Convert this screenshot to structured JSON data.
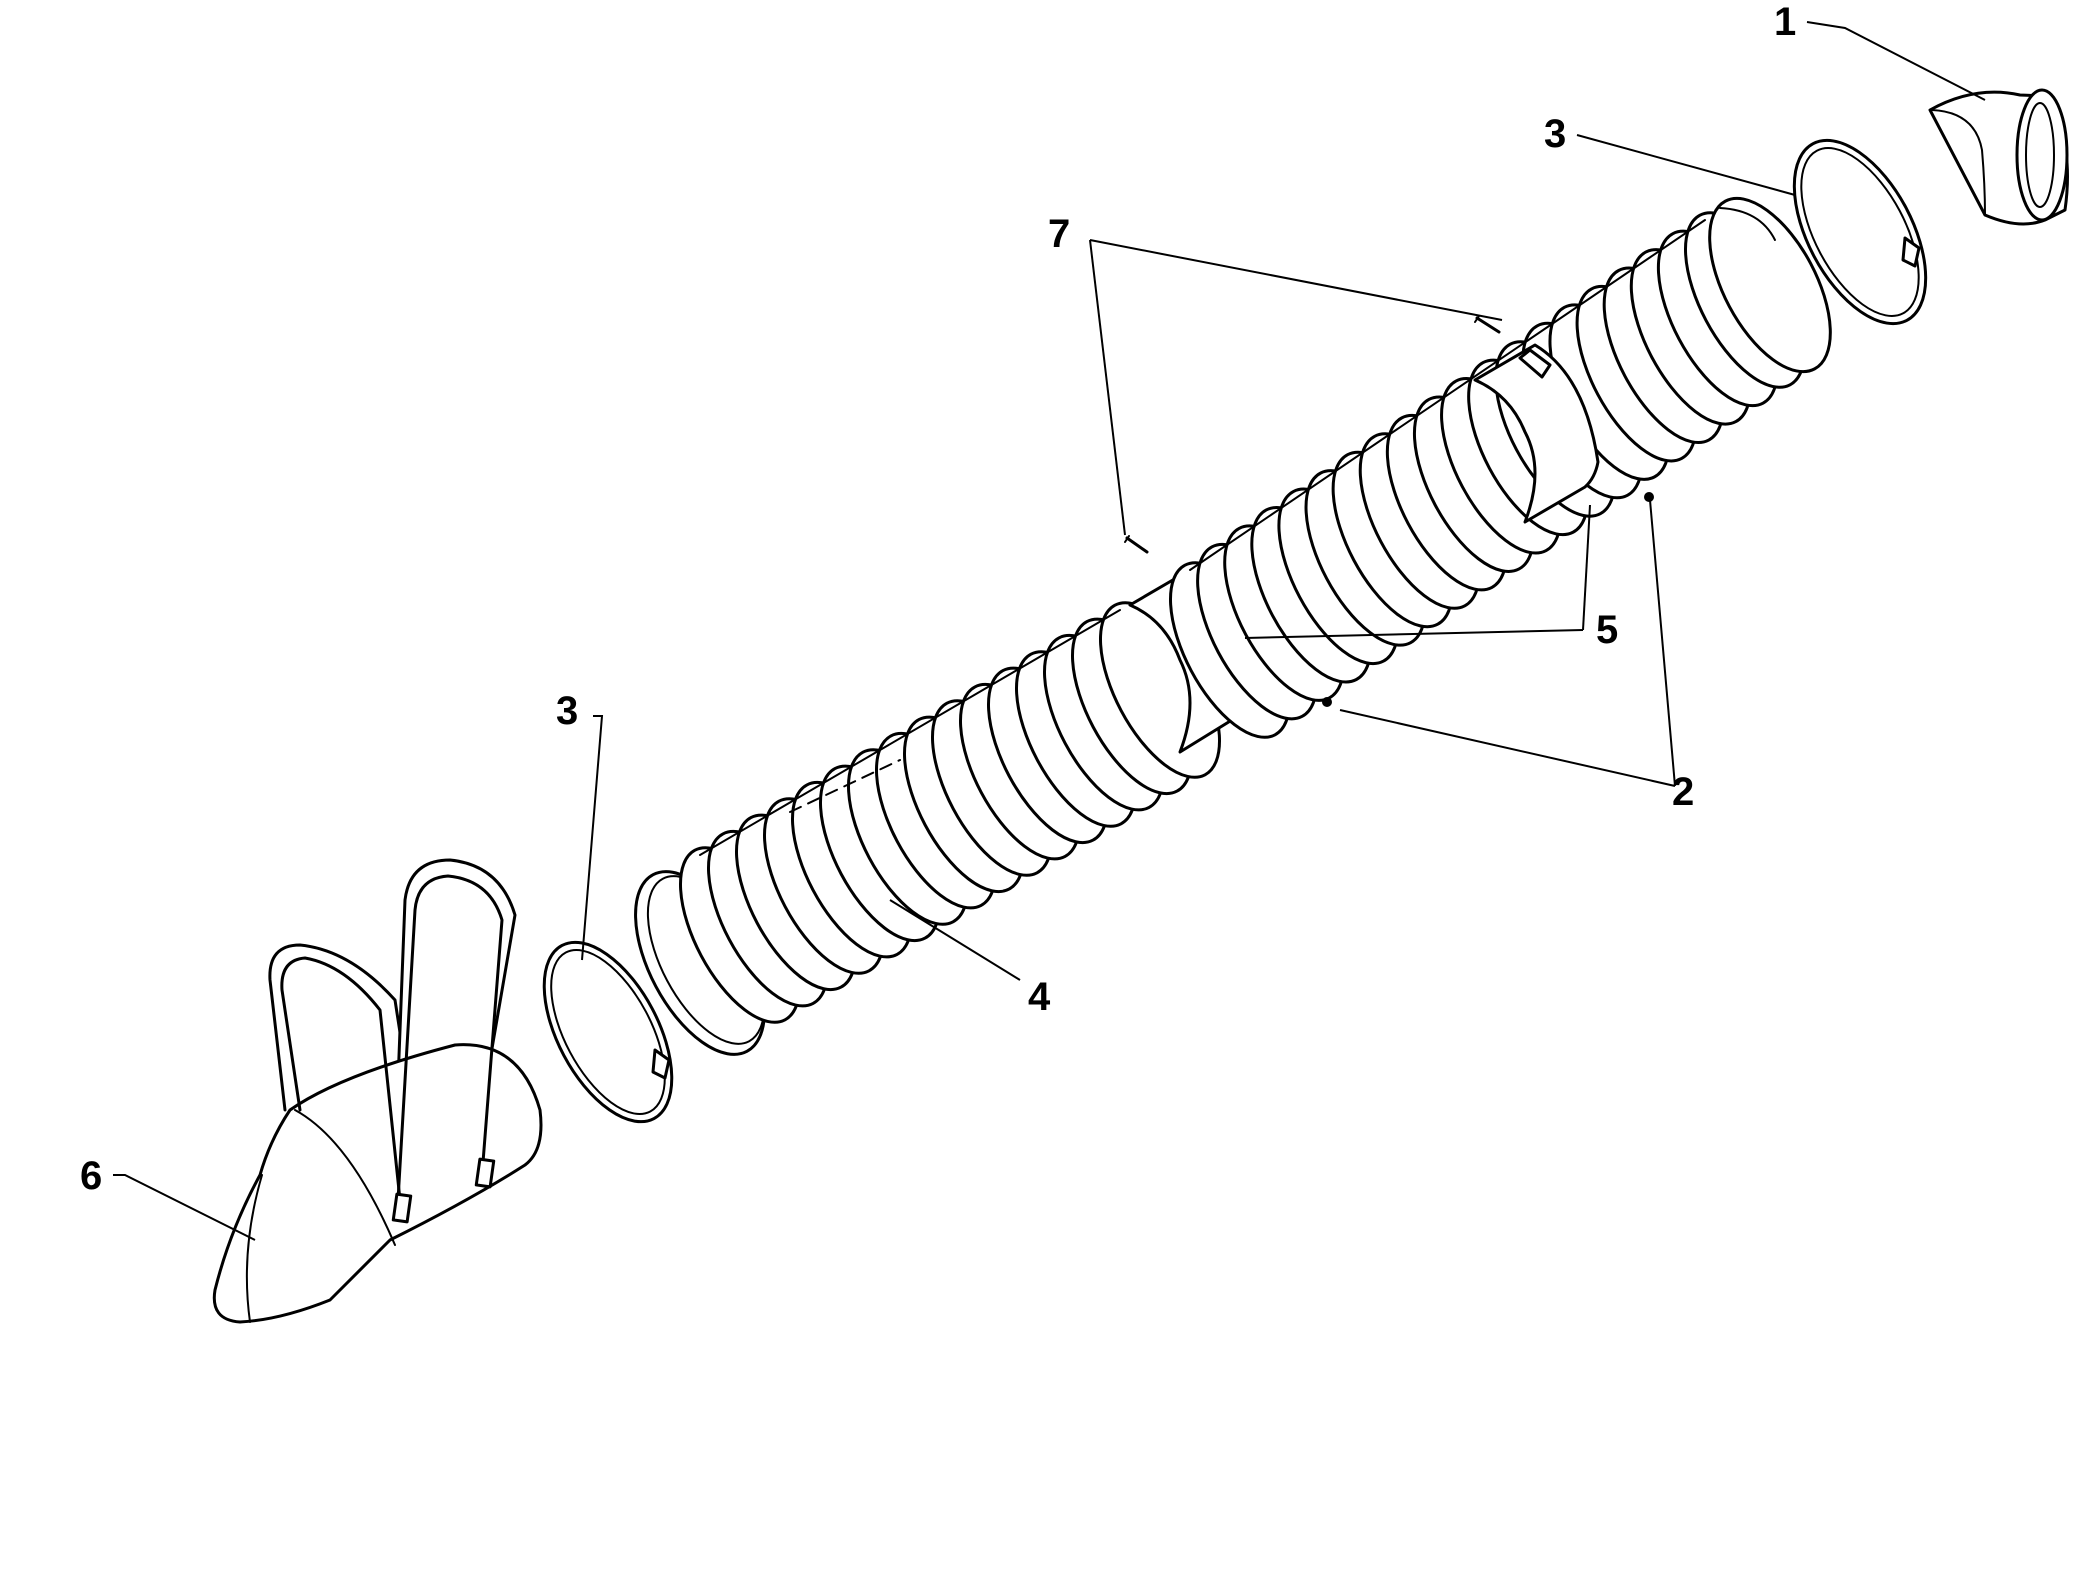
{
  "diagram": {
    "callouts": [
      {
        "id": "cap",
        "label": "1"
      },
      {
        "id": "hose-mark-upper",
        "label": "2"
      },
      {
        "id": "hose-mark-lower",
        "label": "2"
      },
      {
        "id": "clamp-upper",
        "label": "3"
      },
      {
        "id": "clamp-lower",
        "label": "3"
      },
      {
        "id": "hose-end",
        "label": "4"
      },
      {
        "id": "coupling",
        "label": "5"
      },
      {
        "id": "nozzle",
        "label": "6"
      },
      {
        "id": "pins",
        "label": "7"
      }
    ],
    "labels": {
      "one": "1",
      "two": "2",
      "three_upper": "3",
      "three_lower": "3",
      "four": "4",
      "five": "5",
      "six": "6",
      "seven": "7"
    }
  }
}
